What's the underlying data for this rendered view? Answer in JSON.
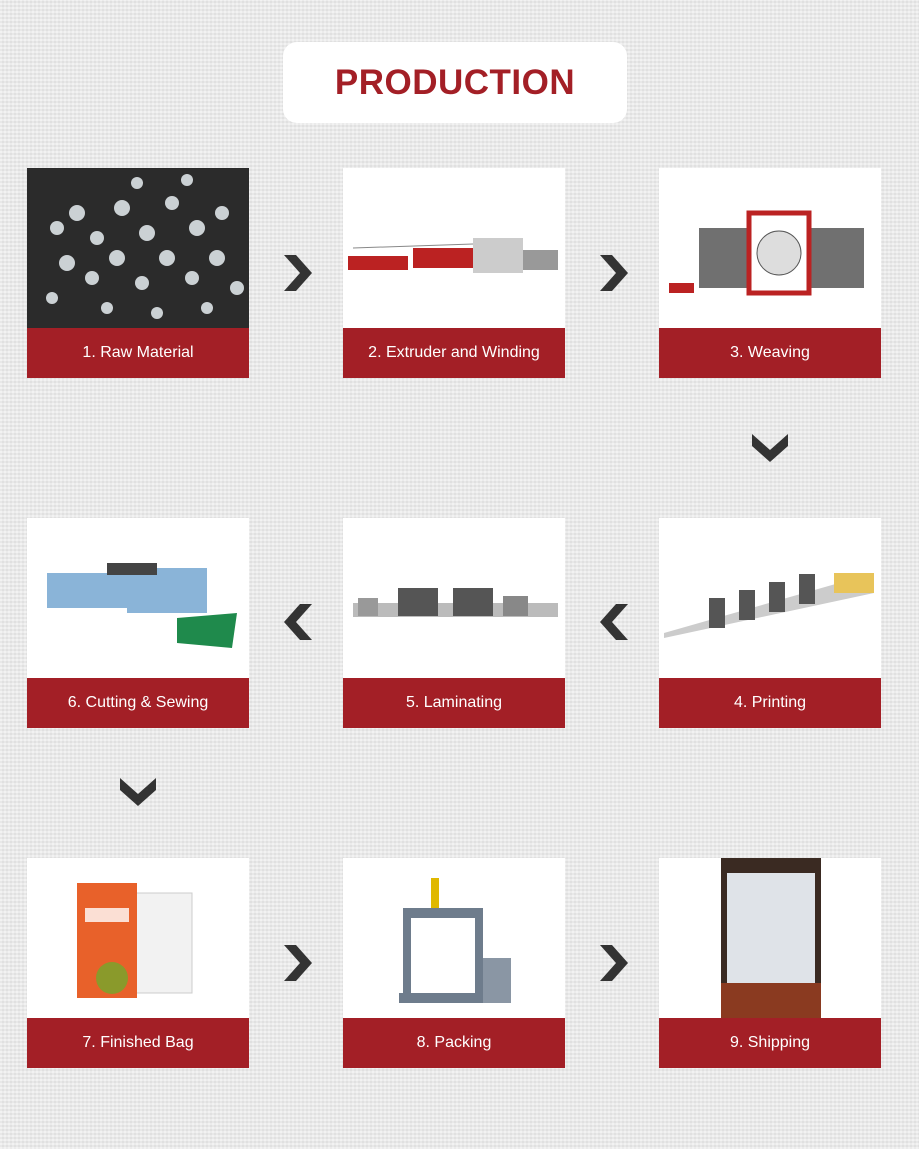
{
  "title": "PRODUCTION",
  "steps": [
    {
      "label": "1. Raw Material",
      "icon": "plastic-pellets-image"
    },
    {
      "label": "2.  Extruder and Winding",
      "icon": "extruder-machine-image"
    },
    {
      "label": "3. Weaving",
      "icon": "circular-loom-image"
    },
    {
      "label": "4. Printing",
      "icon": "printing-machine-image"
    },
    {
      "label": "5. Laminating",
      "icon": "laminating-machine-image"
    },
    {
      "label": "6. Cutting & Sewing",
      "icon": "cutting-sewing-machine-image"
    },
    {
      "label": "7. Finished Bag",
      "icon": "finished-bag-image"
    },
    {
      "label": "8. Packing",
      "icon": "baling-press-image"
    },
    {
      "label": "9. Shipping",
      "icon": "shipping-container-image"
    }
  ],
  "colors": {
    "accent": "#a31f26",
    "arrow": "#333333"
  }
}
